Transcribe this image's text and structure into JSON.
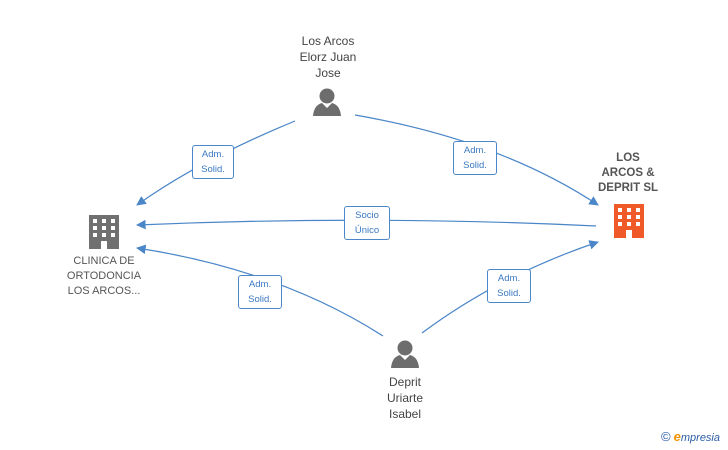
{
  "nodes": {
    "person_top": {
      "name_lines": [
        "Los Arcos",
        "Elorz Juan",
        "Jose"
      ]
    },
    "person_bottom": {
      "name_lines": [
        "Deprit",
        "Uriarte",
        "Isabel"
      ]
    },
    "company_left": {
      "name_lines": [
        "CLINICA DE",
        "ORTODONCIA",
        "LOS ARCOS..."
      ]
    },
    "company_right": {
      "name_lines": [
        "LOS",
        "ARCOS &",
        "DEPRIT SL"
      ]
    }
  },
  "relations": {
    "top_to_left": [
      "Adm.",
      "Solid."
    ],
    "top_to_right": [
      "Adm.",
      "Solid."
    ],
    "right_to_left": [
      "Socio",
      "Único"
    ],
    "bottom_to_left": [
      "Adm.",
      "Solid."
    ],
    "bottom_to_right": [
      "Adm.",
      "Solid."
    ]
  },
  "footer": {
    "copyright": "©",
    "brand_initial": "e",
    "brand_rest": "mpresia"
  },
  "colors": {
    "edge": "#4a86c8",
    "person_icon": "#6d6d6d",
    "company_icon": "#707070",
    "highlight_company_icon": "#f05a28"
  }
}
